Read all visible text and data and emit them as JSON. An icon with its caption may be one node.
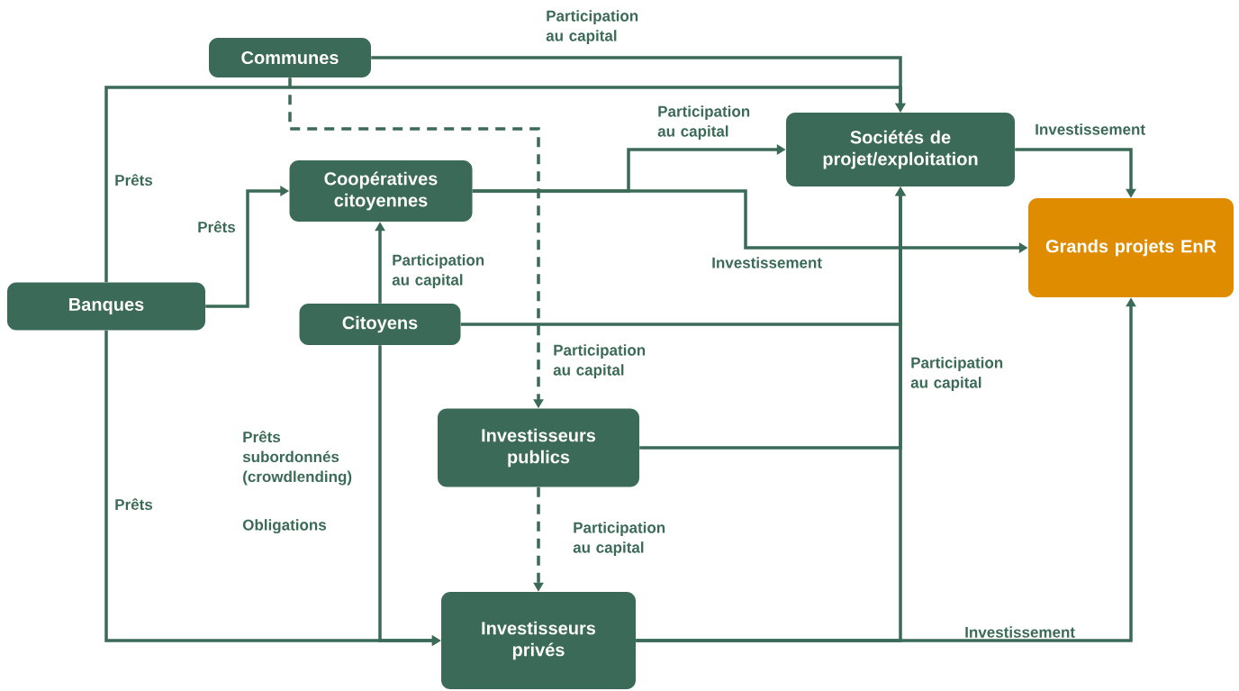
{
  "diagram": {
    "nodes": [
      {
        "text": [
          "Communes"
        ]
      },
      {
        "text": [
          "Banques"
        ]
      },
      {
        "text": [
          "Coopératives citoyennes"
        ]
      },
      {
        "text": [
          "Citoyens"
        ]
      },
      {
        "text": [
          "Sociétés de projet/exploitation"
        ]
      },
      {
        "text": [
          "Grands projets EnR"
        ]
      },
      {
        "text": [
          "Investisseurs publics"
        ]
      },
      {
        "text": [
          "Investisseurs privés"
        ]
      }
    ],
    "edges": [
      {
        "from": 0,
        "to": 4,
        "arrow": "to",
        "label": "Participation au capital"
      },
      {
        "from": 1,
        "to": 4,
        "arrow": "to",
        "label": "Prêts"
      },
      {
        "from": 0,
        "to": 6,
        "arrow": "to",
        "style": "dashed",
        "label": "Participation au capital"
      },
      {
        "from": 1,
        "to": 2,
        "arrow": "to",
        "label": "Prêts"
      },
      {
        "from": 3,
        "to": 2,
        "arrow": "to",
        "label": "Participation au capital"
      },
      {
        "from": 2,
        "to": 4,
        "arrow": "to",
        "label": "Participation au capital"
      },
      {
        "from": 2,
        "to": 5,
        "arrow": "to",
        "label": "Investissement"
      },
      {
        "from": 3,
        "to": 4,
        "arrow": "to"
      },
      {
        "from": 6,
        "to": 4,
        "arrow": "to",
        "label": "Participation au capital"
      },
      {
        "from": 7,
        "to": 4,
        "arrow": "to"
      },
      {
        "from": 7,
        "to": 5,
        "arrow": "to",
        "label": "Investissement"
      },
      {
        "from": 4,
        "to": 5,
        "arrow": "to",
        "label": "Investissement"
      },
      {
        "from": 6,
        "to": 7,
        "arrow": "to",
        "style": "dashed",
        "label": "Participation au capital"
      },
      {
        "from": 1,
        "to": 7,
        "arrow": "to",
        "label": "Prêts"
      },
      {
        "from": 3,
        "to": 7,
        "arrow": "to",
        "label": "Prêts subordonnés (crowdlending)"
      }
    ],
    "labels": [
      "Obligations"
    ]
  }
}
